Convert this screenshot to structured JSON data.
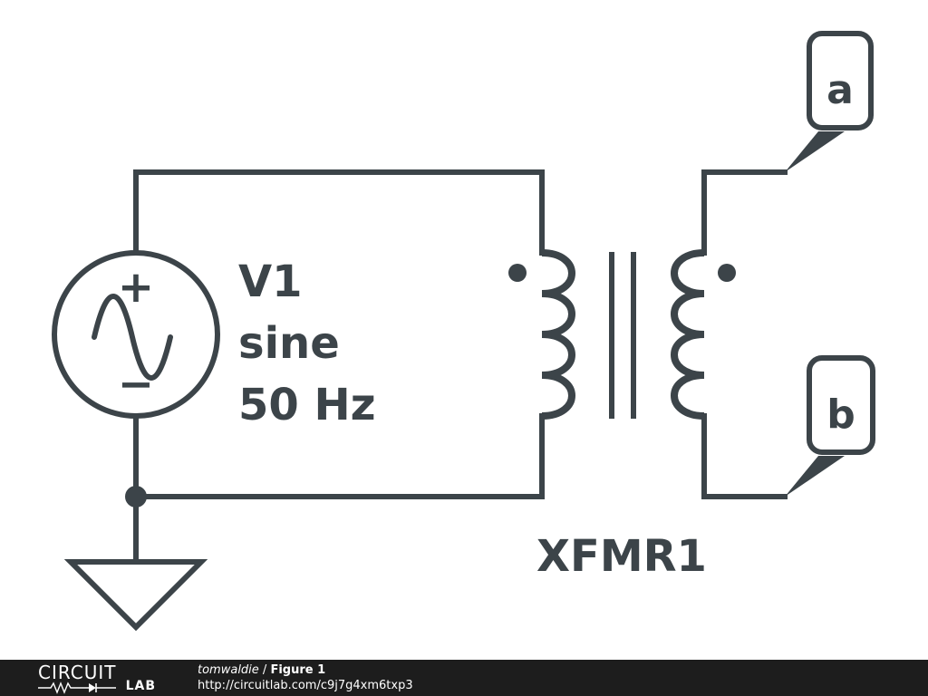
{
  "schematic": {
    "source": {
      "name": "V1",
      "type": "sine",
      "frequency": "50 Hz",
      "plus": "+",
      "minus": "−"
    },
    "transformer": {
      "name": "XFMR1"
    },
    "nets": {
      "a": "a",
      "b": "b"
    }
  },
  "footer": {
    "logo_top": "CIRCUIT",
    "logo_bottom": "LAB",
    "author": "tomwaldie",
    "separator": " / ",
    "figure": "Figure 1",
    "url": "http://circuitlab.com/c9j7g4xm6txp3"
  }
}
